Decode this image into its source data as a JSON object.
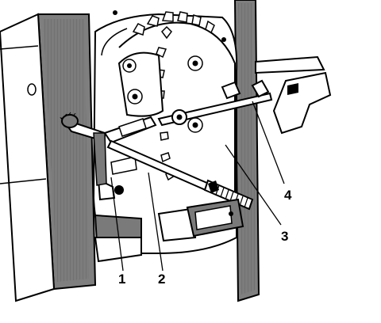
{
  "callouts": [
    {
      "label": "1"
    },
    {
      "label": "2"
    },
    {
      "label": "3"
    },
    {
      "label": "4"
    }
  ],
  "colors": {
    "ink": "#000000",
    "shade": "#7a7a7a",
    "paper": "#ffffff"
  }
}
